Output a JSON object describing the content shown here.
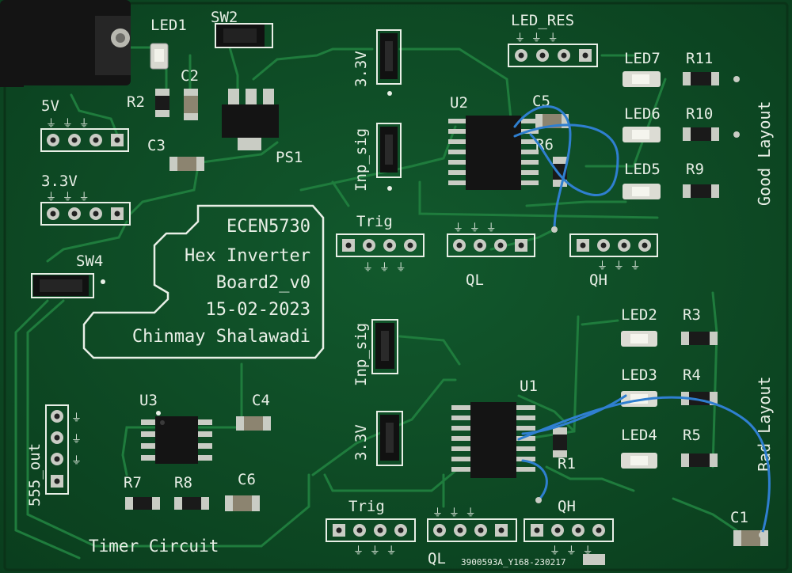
{
  "board": {
    "title_lines": [
      "ECEN5730",
      "Hex Inverter",
      "Board2_v0",
      "15-02-2023"
    ],
    "author": "Chinmay Shalawadi",
    "serial": "3900593A_Y168-230217"
  },
  "sections": {
    "good_layout": "Good Layout",
    "bad_layout": "Bad Layout",
    "timer_circuit": "Timer Circuit"
  },
  "labels": {
    "led1": "LED1",
    "sw2": "SW2",
    "c2": "C2",
    "r2": "R2",
    "c3": "C3",
    "ps1": "PS1",
    "v5": "5V",
    "v33_header": "3.3V",
    "sw4": "SW4",
    "out555": "555_out",
    "u3": "U3",
    "c4": "C4",
    "r7": "R7",
    "r8": "R8",
    "c6": "C6",
    "jmp_33_top": "3.3V",
    "jmp_inp_top": "Inp_sig",
    "jmp_inp_bot": "Inp_sig",
    "jmp_33_bot": "3.3V",
    "led_res": "LED_RES",
    "u2": "U2",
    "c5": "C5",
    "r6": "R6",
    "led7": "LED7",
    "r11": "R11",
    "led6": "LED6",
    "r10": "R10",
    "led5": "LED5",
    "r9": "R9",
    "trig_top": "Trig",
    "ql_top": "QL",
    "qh_top": "QH",
    "led2": "LED2",
    "r3": "R3",
    "led3": "LED3",
    "r4": "R4",
    "led4": "LED4",
    "r5": "R5",
    "u1": "U1",
    "r1": "R1",
    "c1": "C1",
    "trig_bot": "Trig",
    "ql_bot": "QL",
    "qh_bot": "QH"
  },
  "colors": {
    "pcb": "#0d4a24",
    "trace": "#1e7a3c",
    "silkscreen": "#e8efe6",
    "pad": "#c9ccc4",
    "jumper_wire": "#2f7fd0",
    "component_body": "#1a1a1a"
  }
}
